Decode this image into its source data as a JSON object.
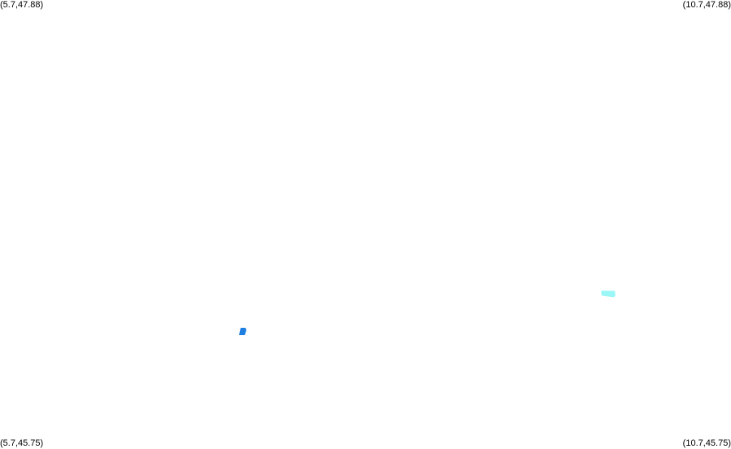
{
  "map": {
    "corners": {
      "top_left": "(5.7,47.88)",
      "top_right": "(10.7,47.88)",
      "bottom_left": "(5.7,45.75)",
      "bottom_right": "(10.7,45.75)"
    },
    "features": [
      {
        "name": "cyan-feature",
        "color": "#9bf6f6"
      },
      {
        "name": "blue-feature",
        "color": "#1e7fe0"
      }
    ]
  }
}
